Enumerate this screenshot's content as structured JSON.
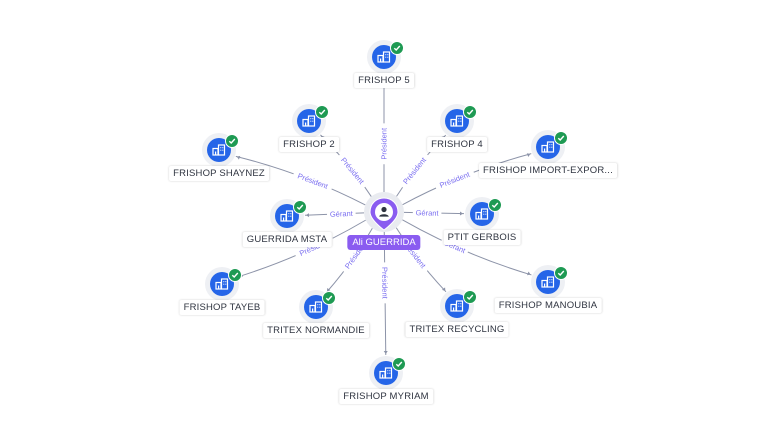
{
  "center": {
    "name": "Ali GUERRIDA",
    "icon": "person-icon",
    "pin_color": "#8a5cf0"
  },
  "colors": {
    "company_icon": "#2565e8",
    "verified": "#1e9a53",
    "edge": "#8c93a8",
    "edge_label": "#7a6ef0"
  },
  "nodes": [
    {
      "id": "frishop-5",
      "name": "FRISHOP 5",
      "relation": "Président",
      "icon": "company-building-icon",
      "verified": true
    },
    {
      "id": "frishop-2",
      "name": "FRISHOP 2",
      "relation": "Président",
      "icon": "company-building-icon",
      "verified": true
    },
    {
      "id": "frishop-4",
      "name": "FRISHOP 4",
      "relation": "Président",
      "icon": "company-building-icon",
      "verified": true
    },
    {
      "id": "frishop-shaynez",
      "name": "FRISHOP SHAYNEZ",
      "relation": "Président",
      "icon": "company-building-icon",
      "verified": true
    },
    {
      "id": "frishop-import-export",
      "name": "FRISHOP IMPORT-EXPOR...",
      "relation": "Président",
      "icon": "company-building-icon",
      "verified": true
    },
    {
      "id": "guerrida-msta",
      "name": "GUERRIDA MSTA",
      "relation": "Gérant",
      "icon": "company-building-icon",
      "verified": true
    },
    {
      "id": "ptit-gerbois",
      "name": "PTIT GERBOIS",
      "relation": "Gérant",
      "icon": "company-building-icon",
      "verified": true
    },
    {
      "id": "frishop-tayeb",
      "name": "FRISHOP TAYEB",
      "relation": "Président",
      "icon": "company-building-icon",
      "verified": true
    },
    {
      "id": "frishop-manoubia",
      "name": "FRISHOP MANOUBIA",
      "relation": "Gérant",
      "icon": "company-building-icon",
      "verified": true
    },
    {
      "id": "tritex-normandie",
      "name": "TRITEX NORMANDIE",
      "relation": "Président",
      "icon": "company-building-icon",
      "verified": true
    },
    {
      "id": "tritex-recycling",
      "name": "TRITEX RECYCLING",
      "relation": "Président",
      "icon": "company-building-icon",
      "verified": true
    },
    {
      "id": "frishop-myriam",
      "name": "FRISHOP MYRIAM",
      "relation": "Président",
      "icon": "company-building-icon",
      "verified": true
    }
  ]
}
